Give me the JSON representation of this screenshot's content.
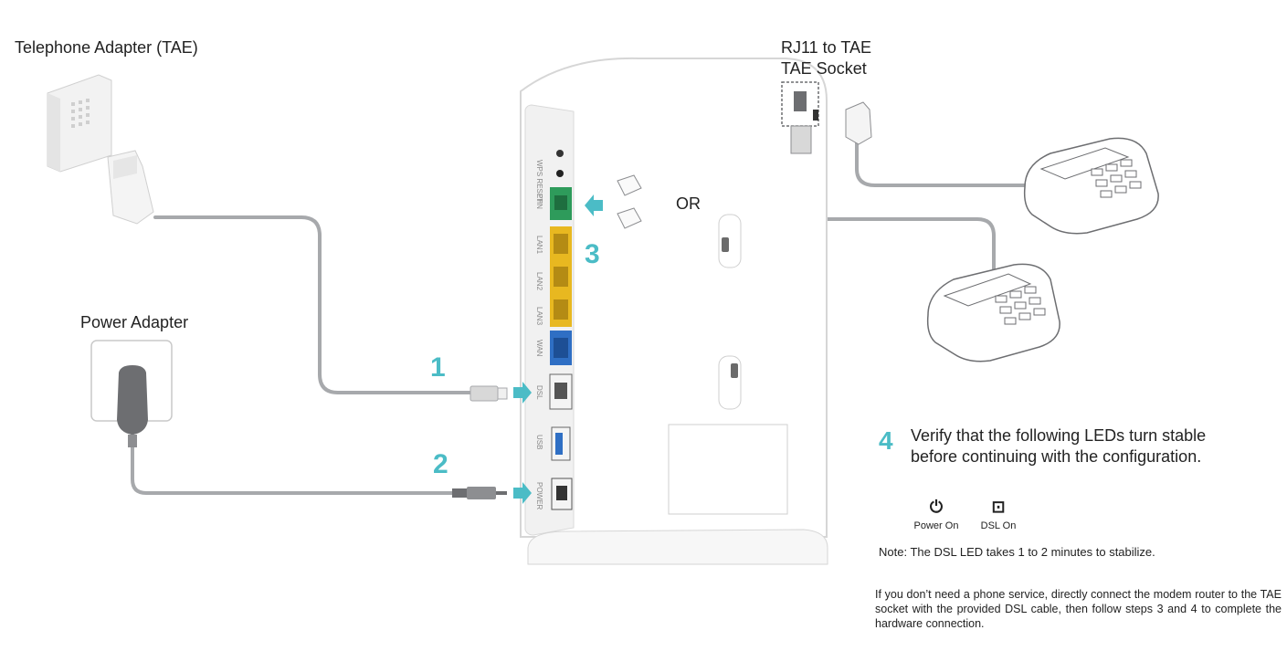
{
  "labels": {
    "telephone_adapter": "Telephone Adapter (TAE)",
    "power_adapter": "Power Adapter",
    "rj11_line1": "RJ11 to TAE",
    "rj11_line2": "TAE Socket",
    "or": "OR"
  },
  "steps": {
    "step1": "1",
    "step2": "2",
    "step3": "3",
    "step4": "4"
  },
  "verify_text": "Verify that the following LEDs turn stable before continuing with the configuration.",
  "leds": [
    {
      "icon": "power-icon",
      "label": "Power On"
    },
    {
      "icon": "dsl-icon",
      "label": "DSL On"
    }
  ],
  "note": {
    "prefix": "Note:",
    "text": " The DSL LED takes 1 to 2 minutes to stabilize."
  },
  "footer": "If you don’t need a phone service, directly connect the modem router to the TAE socket with the provided DSL cable, then follow steps 3 and 4 to complete the hardware connection.",
  "colors": {
    "accent": "#4bbcc6",
    "phone_port": "#2e9b5b",
    "lan_port": "#e8b820",
    "wan_port": "#2f6fc4",
    "cable": "#a7a9ac"
  }
}
